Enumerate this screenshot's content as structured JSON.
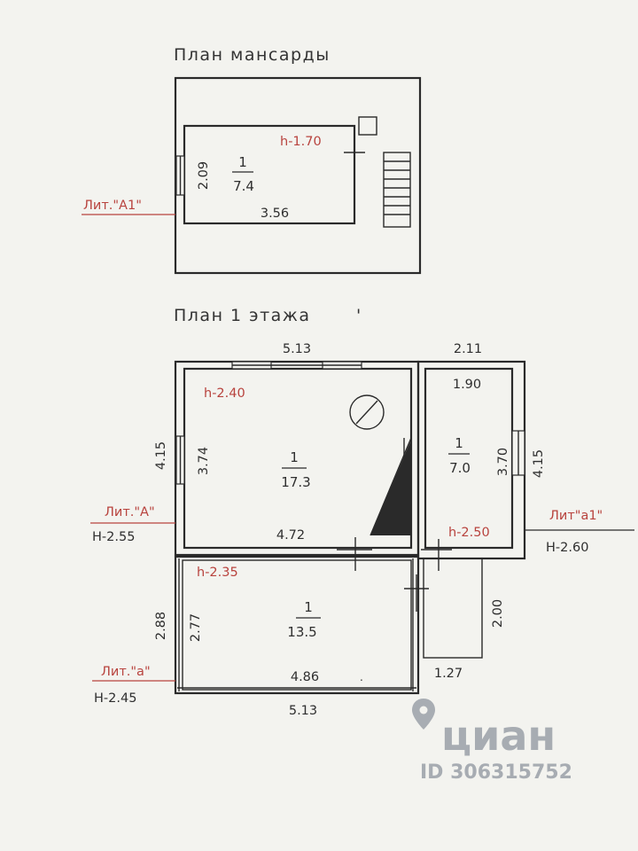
{
  "attic": {
    "title": "План мансарды",
    "height": "h-1.70",
    "room_num": "1",
    "room_area": "7.4",
    "dim_side": "2.09",
    "dim_bottom": "3.56",
    "lit": "Лит.\"А1\""
  },
  "floor1": {
    "title": "План 1 этажа",
    "tick": "'",
    "dim_top_main": "5.13",
    "dim_top_right": "2.11",
    "room_a": {
      "height": "h-2.40",
      "num": "1",
      "area": "17.3",
      "dim_outer_left": "4.15",
      "dim_inner_left": "3.74",
      "dim_inner_bottom": "4.72"
    },
    "room_a1": {
      "height": "h-2.50",
      "num": "1",
      "area": "7.0",
      "dim_inner_top": "1.90",
      "dim_inner_right": "3.70",
      "dim_outer_right": "4.15"
    },
    "room_a_small": {
      "height": "h-2.35",
      "num": "1",
      "area": "13.5",
      "dim_outer_left": "2.88",
      "dim_inner_left": "2.77",
      "dim_inner_bottom": "4.86",
      "dim_outer_bottom": "5.13"
    },
    "porch": {
      "dim_side": "2.00",
      "dim_bottom": "1.27"
    },
    "lit_A": "Лит.\"А\"",
    "H_A": "Н-2.55",
    "lit_a1": "Лит\"а1\"",
    "H_a1": "Н-2.60",
    "lit_a": "Лит.\"а\"",
    "H_a": "Н-2.45"
  },
  "watermark": {
    "brand": "циан",
    "id": "ID 306315752"
  }
}
